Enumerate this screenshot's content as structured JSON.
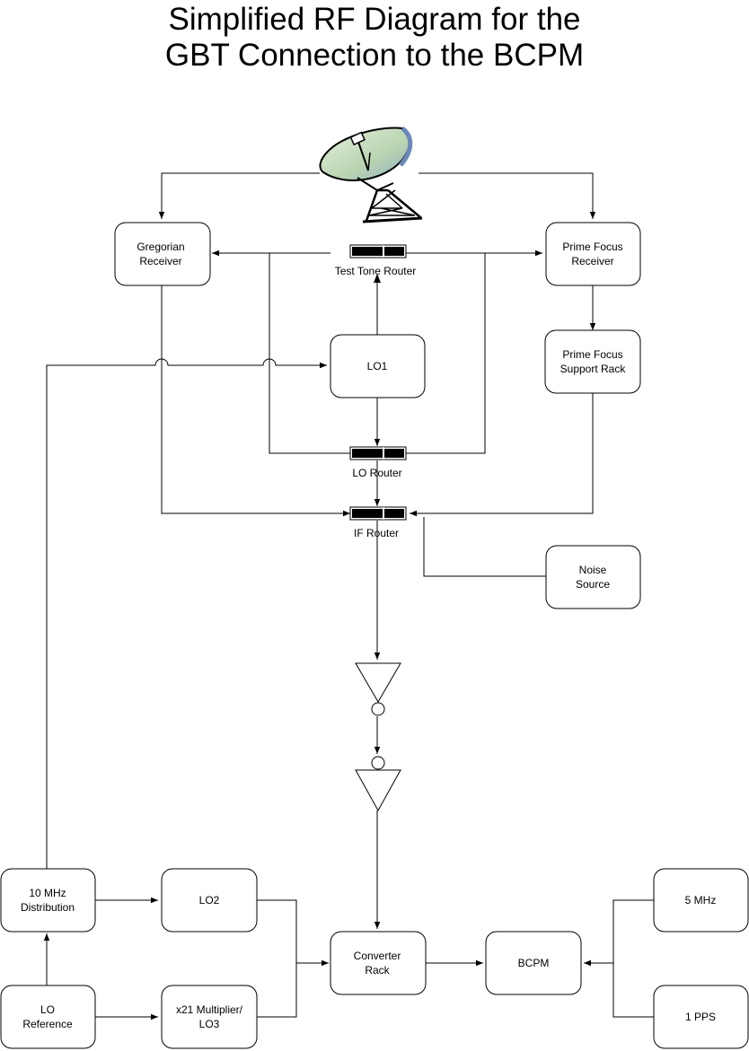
{
  "title": {
    "line1": "Simplified RF Diagram for the",
    "line2": "GBT Connection to the BCPM"
  },
  "icons": {
    "telescope": "radio-telescope-dish-icon"
  },
  "blocks": {
    "gregorian": [
      "Gregorian",
      "Receiver"
    ],
    "prime_focus": [
      "Prime Focus",
      "Receiver"
    ],
    "pf_support": [
      "Prime Focus",
      "Support Rack"
    ],
    "lo1": [
      "LO1"
    ],
    "noise": [
      "Noise",
      "Source"
    ],
    "ten_mhz": [
      "10 MHz",
      "Distribution"
    ],
    "lo2": [
      "LO2"
    ],
    "lo_ref": [
      "LO",
      "Reference"
    ],
    "x21": [
      "x21 Multiplier/",
      "LO3"
    ],
    "converter": [
      "Converter",
      "Rack"
    ],
    "bcpm": [
      "BCPM"
    ],
    "five_mhz": [
      "5 MHz"
    ],
    "pps": [
      "1 PPS"
    ]
  },
  "switches": {
    "test_tone": "Test Tone Router",
    "lo_router": "LO Router",
    "if_router": "IF Router"
  }
}
